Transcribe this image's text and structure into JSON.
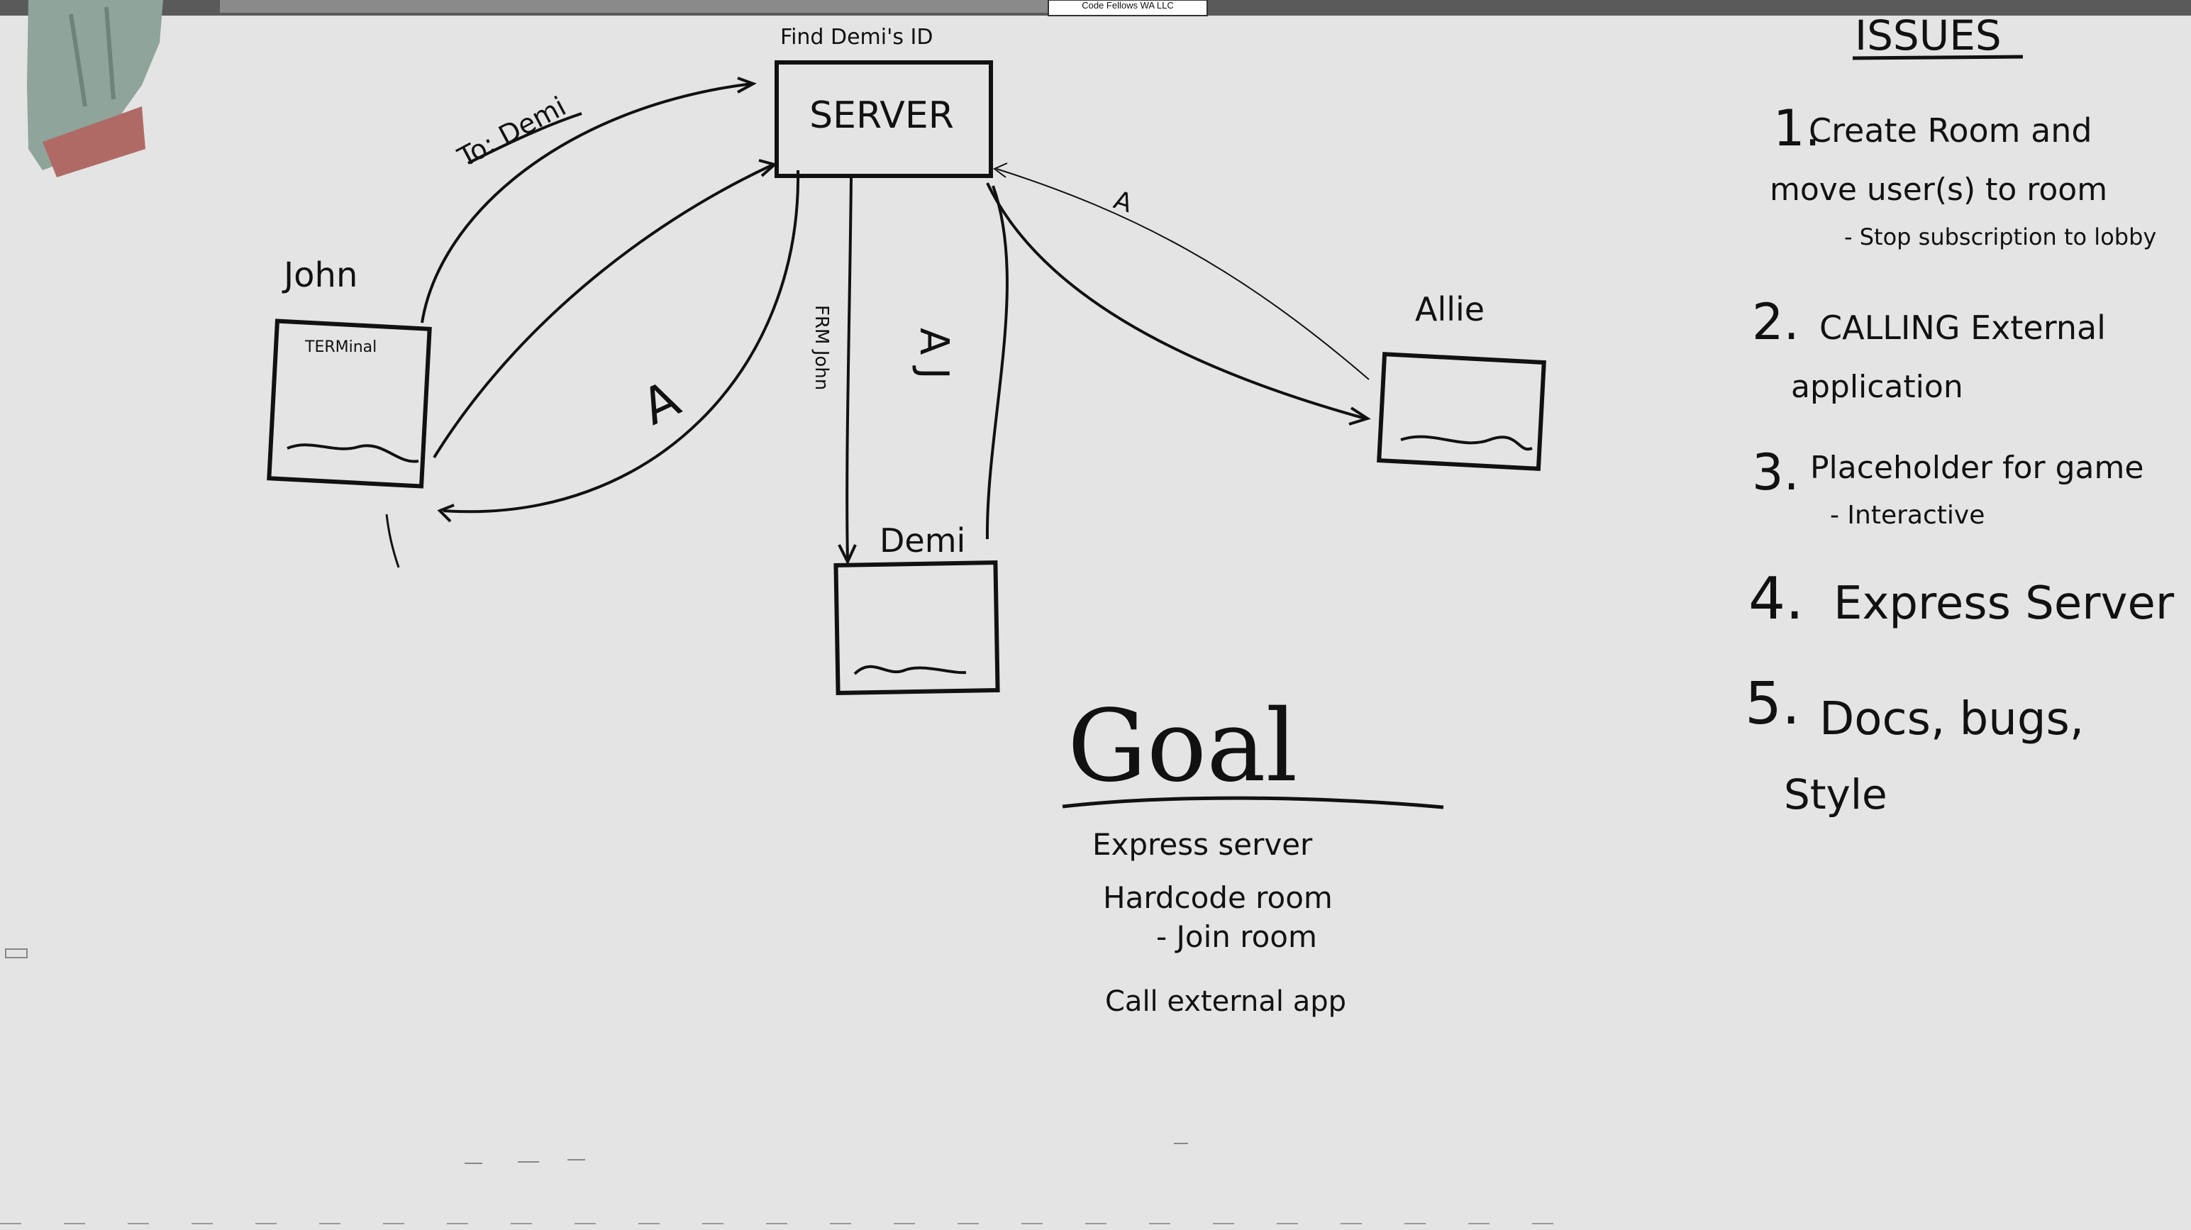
{
  "sign": {
    "text": "Code Fellows WA LLC"
  },
  "diagram": {
    "server": {
      "label": "SERVER",
      "note": "Find Demi's ID"
    },
    "clients": {
      "john": {
        "name": "John",
        "screen_text": "TERMinal"
      },
      "allie": {
        "name": "Allie"
      },
      "demi": {
        "name": "Demi"
      }
    },
    "arrow_labels": {
      "to_demi": "To: Demi",
      "john_ack": "A",
      "allie_ack": "A",
      "from_john": "FRM John",
      "demi_ack": "A J"
    }
  },
  "issues": {
    "title": "ISSUES",
    "items": [
      {
        "number": "1.",
        "lines": [
          "Create Room and",
          "move user(s) to room",
          "- Stop subscription to lobby"
        ]
      },
      {
        "number": "2.",
        "lines": [
          "CALLING External",
          "application"
        ]
      },
      {
        "number": "3.",
        "lines": [
          "Placeholder for game",
          "- Interactive"
        ]
      },
      {
        "number": "4.",
        "lines": [
          "Express Server"
        ]
      },
      {
        "number": "5.",
        "lines": [
          "Docs, bugs,",
          "Style"
        ]
      }
    ]
  },
  "goal": {
    "title": "Goal",
    "items": [
      "Express server",
      "Hardcode room",
      "- Join room",
      "Call external app"
    ]
  },
  "colors": {
    "board": "#e4e4e4",
    "ink": "#111111",
    "frame": "#8a8a8a",
    "eraser": "#8fa49a"
  }
}
